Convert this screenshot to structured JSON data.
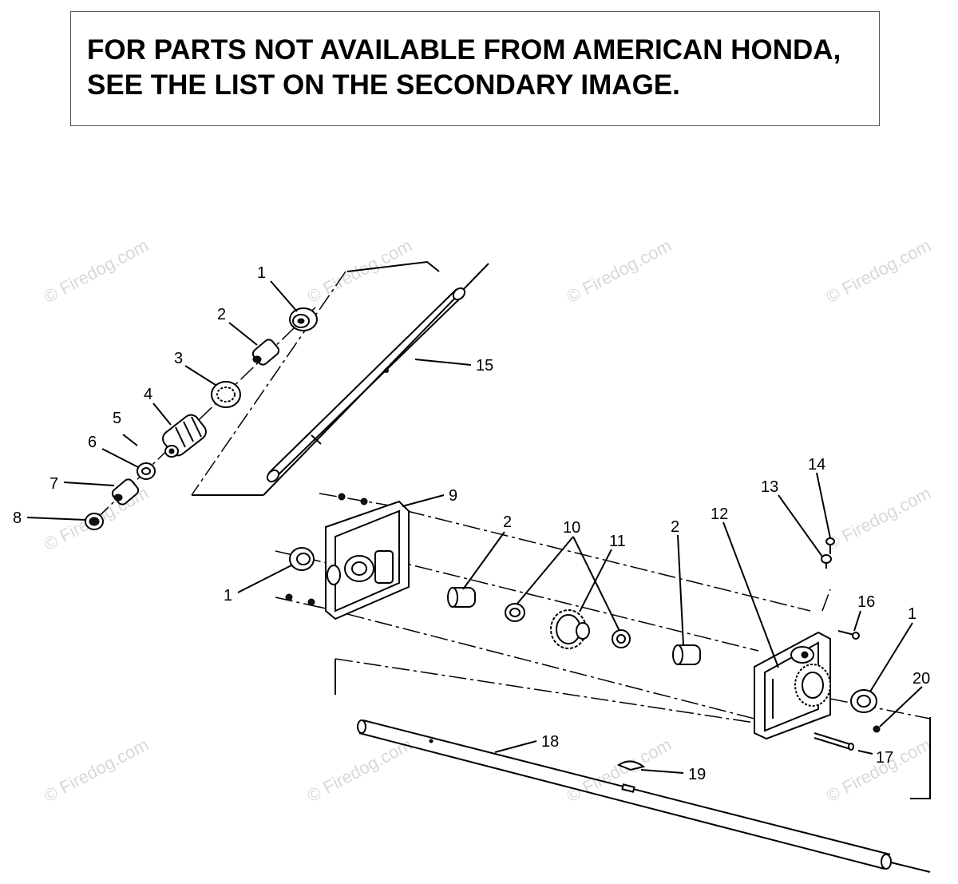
{
  "notice": {
    "line1": "FOR PARTS NOT AVAILABLE FROM AMERICAN HONDA,",
    "line2": "SEE THE LIST ON THE SECONDARY IMAGE."
  },
  "watermark": "© Firedog.com",
  "callouts": {
    "c1a": "1",
    "c2a": "2",
    "c3": "3",
    "c4": "4",
    "c5": "5",
    "c6": "6",
    "c7": "7",
    "c8": "8",
    "c15": "15",
    "c9": "9",
    "c1b": "1",
    "c2b": "2",
    "c10": "10",
    "c11": "11",
    "c2c": "2",
    "c12": "12",
    "c13": "13",
    "c14": "14",
    "c16": "16",
    "c1c": "1",
    "c20": "20",
    "c17": "17",
    "c18": "18",
    "c19": "19"
  }
}
